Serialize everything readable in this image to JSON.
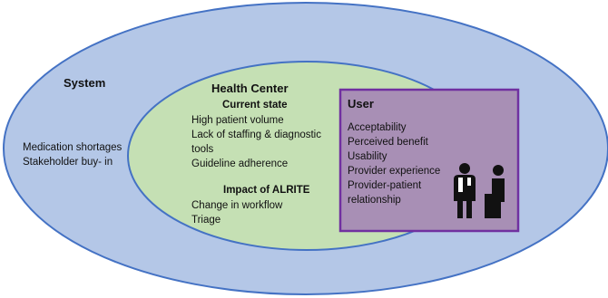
{
  "colors": {
    "system_fill": "#b4c7e7",
    "system_stroke": "#4472c4",
    "health_center_fill": "#c5e0b4",
    "health_center_stroke": "#4472c4",
    "user_fill": "#a88fb5",
    "user_stroke": "#7030a0",
    "icon": "#111111"
  },
  "system": {
    "title": "System",
    "items": [
      "Medication shortages",
      "Stakeholder buy- in"
    ]
  },
  "health_center": {
    "title": "Health Center",
    "current_state": {
      "title": "Current state",
      "items": [
        "High patient volume",
        "Lack of staffing & diagnostic",
        "tools",
        "Guideline adherence"
      ]
    },
    "impact": {
      "title": "Impact of ALRITE",
      "items": [
        "Change in workflow",
        "Triage"
      ]
    }
  },
  "user": {
    "title": "User",
    "items": [
      "Acceptability",
      "Perceived benefit",
      "Usability",
      "Provider experience",
      "Provider-patient",
      "relationship"
    ],
    "icons": [
      "doctor-icon",
      "seated-patient-icon"
    ]
  }
}
